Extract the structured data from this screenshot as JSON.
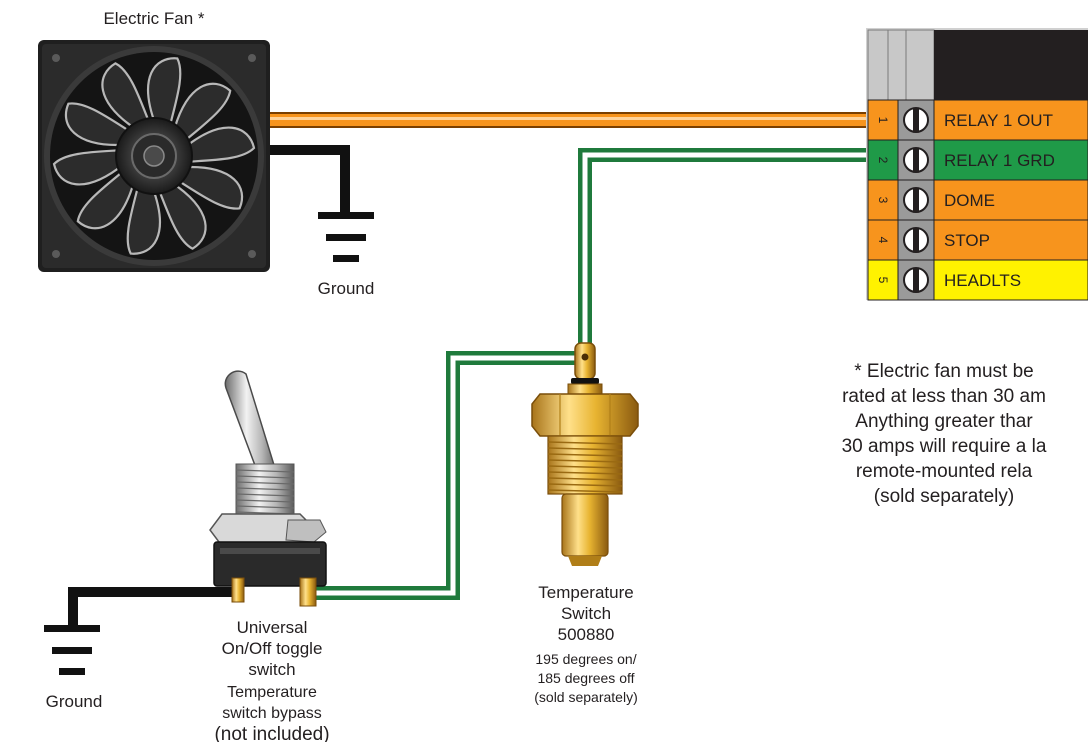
{
  "fan": {
    "label": "Electric Fan *"
  },
  "ground_labels": {
    "fan": "Ground",
    "toggle": "Ground"
  },
  "terminal_block": {
    "rows": [
      {
        "number": "1",
        "label": "RELAY 1 OUT",
        "color": "#f7941d"
      },
      {
        "number": "2",
        "label": "RELAY 1 GRD",
        "color": "#1f9a48"
      },
      {
        "number": "3",
        "label": "DOME",
        "color": "#f7941d"
      },
      {
        "number": "4",
        "label": "STOP",
        "color": "#f7941d"
      },
      {
        "number": "5",
        "label": "HEADLTS",
        "color": "#fff200"
      }
    ]
  },
  "note": {
    "lines": [
      "* Electric fan must be",
      "rated at less than 30 am",
      "Anything greater thar",
      "30 amps will require a la",
      "remote-mounted rela",
      "(sold separately)"
    ]
  },
  "temperature_switch": {
    "title_lines": [
      "Temperature",
      "Switch",
      "500880"
    ],
    "detail_lines": [
      "195 degrees on/",
      "185 degrees off",
      "(sold separately)"
    ]
  },
  "toggle_switch": {
    "lines": [
      "Universal",
      "On/Off toggle",
      "switch",
      "Temperature",
      "switch bypass"
    ],
    "note": "(not included)"
  },
  "colors": {
    "orange_wire": "#f7941d",
    "green_wire": "#1f7a3c",
    "ground_wire": "#111111",
    "brass": "#e8b431"
  }
}
